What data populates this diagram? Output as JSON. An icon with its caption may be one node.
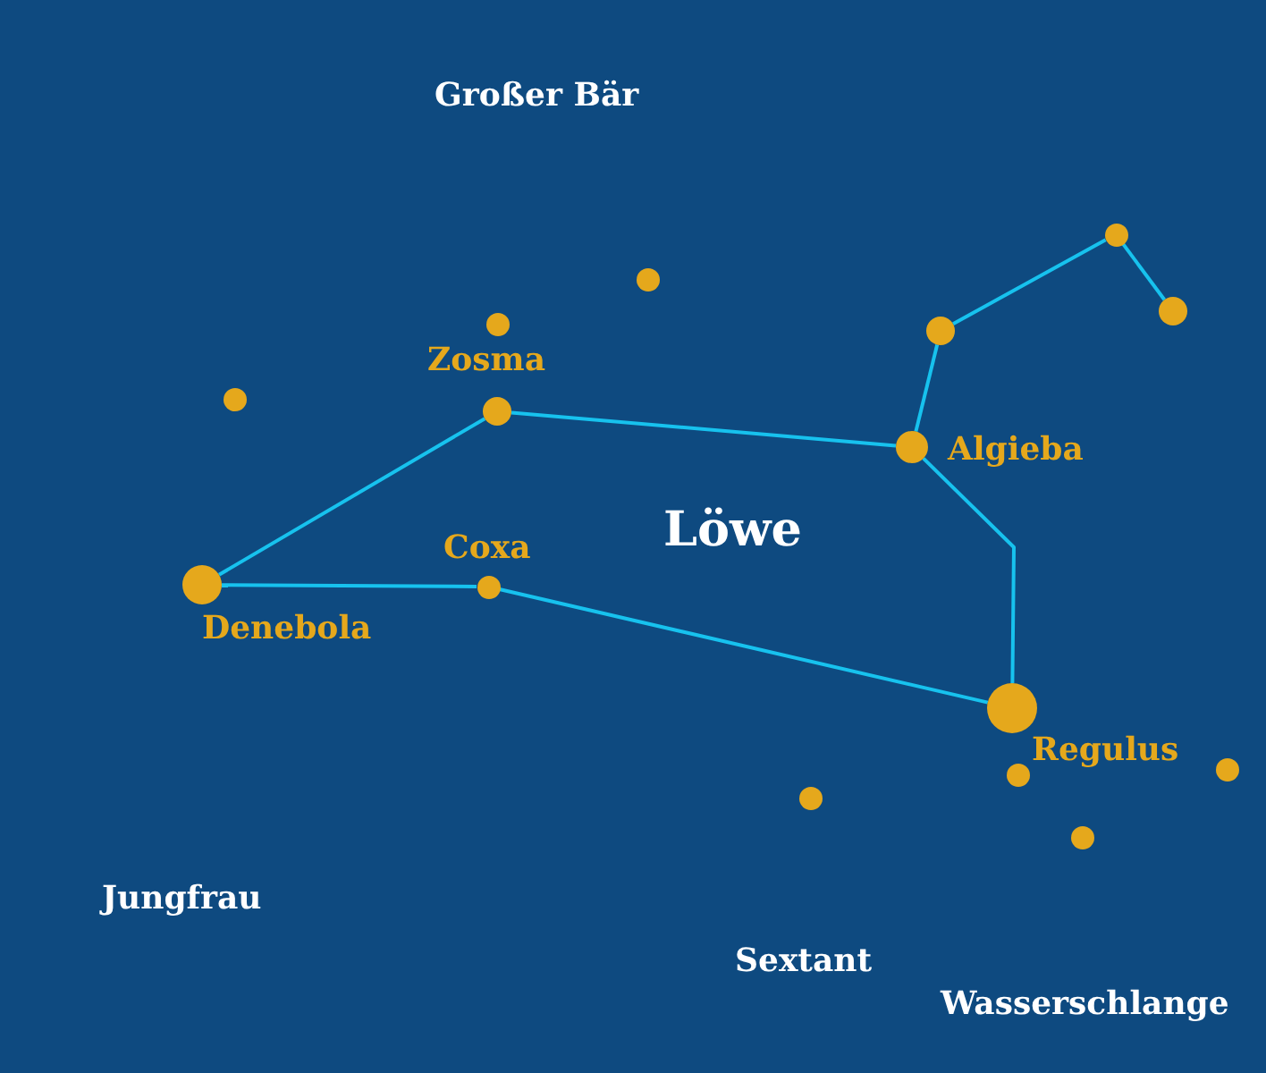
{
  "diagram": {
    "nodes": [
      {
        "text": [],
        "shape": "circle"
      },
      {
        "text": [],
        "shape": "circle"
      },
      {
        "text": [],
        "shape": "circle"
      },
      {
        "text": [],
        "shape": "circle"
      },
      {
        "text": [],
        "shape": "circle"
      },
      {
        "text": [],
        "shape": "circle"
      },
      {
        "text": [],
        "shape": "circle",
        "beside": [
          "Zosma"
        ]
      },
      {
        "text": [],
        "shape": "circle",
        "beside": [
          "Algieba"
        ]
      },
      {
        "text": [],
        "shape": "circle",
        "beside": [
          "Denebola"
        ]
      },
      {
        "text": [],
        "shape": "circle",
        "beside": [
          "Coxa"
        ]
      },
      {
        "text": [],
        "shape": "circle",
        "beside": [
          "Regulus"
        ]
      },
      {
        "text": [],
        "shape": "circle"
      },
      {
        "text": [],
        "shape": "circle"
      },
      {
        "text": [],
        "shape": "circle"
      },
      {
        "text": [],
        "shape": "circle"
      }
    ],
    "edges": [
      {
        "from": 8,
        "to": 6,
        "arrow": "none"
      },
      {
        "from": 6,
        "to": 7,
        "arrow": "none"
      },
      {
        "from": 7,
        "to": 4,
        "arrow": "none"
      },
      {
        "from": 4,
        "to": 0,
        "arrow": "none"
      },
      {
        "from": 0,
        "to": 2,
        "arrow": "none"
      },
      {
        "from": 7,
        "to": 10,
        "arrow": "none"
      },
      {
        "from": 10,
        "to": 9,
        "arrow": "none"
      },
      {
        "from": 9,
        "to": 8,
        "arrow": "none"
      }
    ],
    "labels": [
      "Großer Bär",
      "Löwe",
      "Jungfrau",
      "Sextant",
      "Wasserschlange"
    ]
  }
}
